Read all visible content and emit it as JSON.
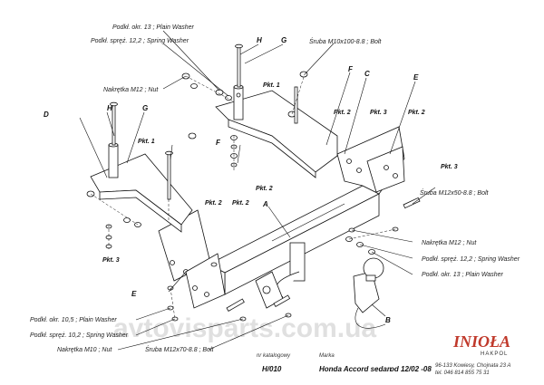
{
  "callouts": {
    "washer13_top": "Podkł. okr. 13 ; Plain Washer",
    "spring12_top": "Podkł. spręż. 12,2 ; Spring Washer",
    "nut12_left": "Nakrętka M12 ; Nut",
    "bolt_m10": "Śruba M10x100-8.8 ; Bolt",
    "bolt_m12x50": "Śruba M12x50-8.8 ; Bolt",
    "nut12_right": "Nakrętka M12 ; Nut",
    "spring12_right": "Podkł. spręż. 12,2 ; Spring Washer",
    "washer13_right": "Podkł. okr. 13 ; Plain Washer",
    "washer105": "Podkł. okr. 10,5 ; Plain Washer",
    "spring102": "Podkł. spręż. 10,2 ; Spring Washer",
    "nut10": "Nakrętka M10 ; Nut",
    "bolt_m12x70": "Śruba M12x70-8.8 ; Bolt"
  },
  "letters": {
    "H_top": "H",
    "G_top": "G",
    "D": "D",
    "H_left": "H",
    "G_left": "G",
    "F_left": "F",
    "F_right": "F",
    "C": "C",
    "E_right": "E",
    "E_left": "E",
    "A": "A",
    "B": "B"
  },
  "pkt": {
    "p1_top": "Pkt. 1",
    "p1_left": "Pkt. 1",
    "p2_mid": "Pkt. 2",
    "p3_top": "Pkt. 3",
    "p2_right": "Pkt. 2",
    "p3_right": "Pkt. 3",
    "p2_center": "Pkt. 2",
    "p2_bl": "Pkt. 2",
    "p2_bl2": "Pkt. 2",
    "p3_left": "Pkt. 3"
  },
  "footer": {
    "nr_label": "nr katalogowy",
    "marka_label": "Marka",
    "code": "H/010",
    "model": "Honda Accord sedan",
    "date": "od 12/02 -08",
    "logo": "INIOŁA",
    "logo_sub": "HAKPOL",
    "address": "96-133 Kowiesy, Chojnata 23 A",
    "tel": "tel. 046 814 855 75 31"
  },
  "watermark": "avtovisparts.com.ua"
}
